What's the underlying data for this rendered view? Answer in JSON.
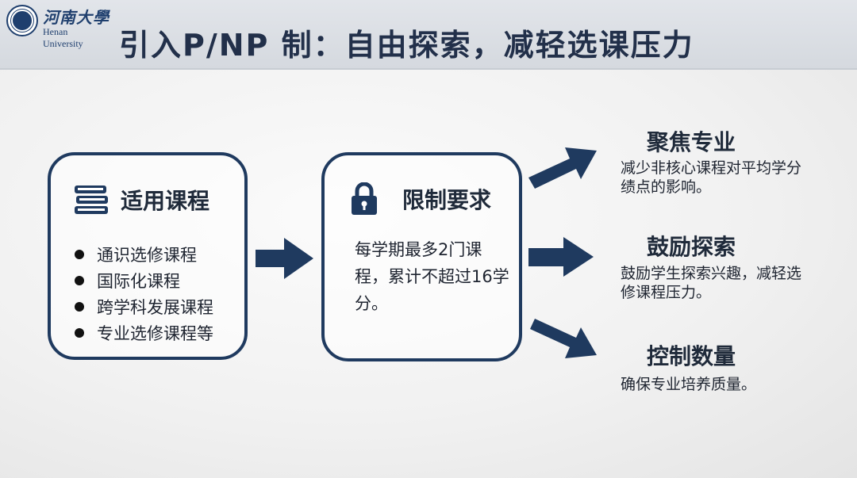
{
  "logo": {
    "name_cn": "河南大學",
    "name_en": "Henan University"
  },
  "title": "引入P/NP 制：自由探索，减轻选课压力",
  "box1": {
    "icon": "books-icon",
    "title": "适用课程",
    "items": [
      "通识选修课程",
      "国际化课程",
      "跨学科发展课程",
      "专业选修课程等"
    ]
  },
  "box2": {
    "icon": "lock-icon",
    "title": "限制要求",
    "text": "每学期最多2门课程，累计不超过16学分。"
  },
  "outcomes": [
    {
      "title": "聚焦专业",
      "desc": "减少非核心课程对平均学分绩点的影响。"
    },
    {
      "title": "鼓励探索",
      "desc": "鼓励学生探索兴趣，减轻选修课程压力。"
    },
    {
      "title": "控制数量",
      "desc": "确保专业培养质量。"
    }
  ],
  "colors": {
    "primary": "#1f3a5f",
    "header_bg": "#dde1e6",
    "text": "#1e2430"
  }
}
